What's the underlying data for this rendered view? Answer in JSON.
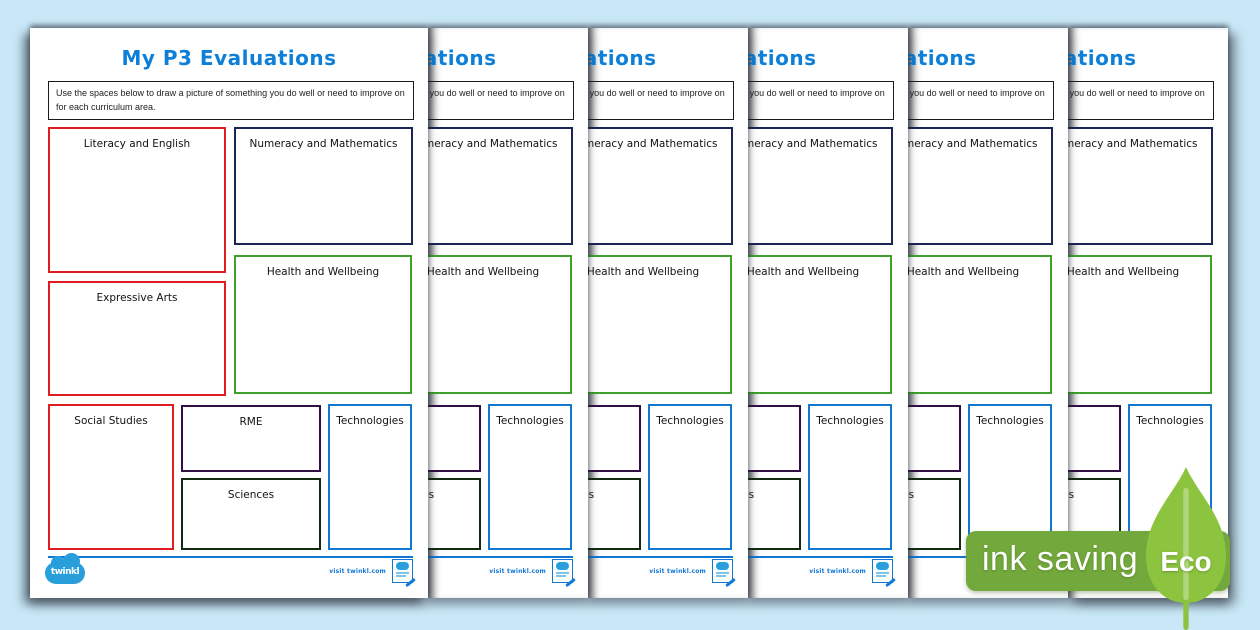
{
  "page": {
    "title": "My P3 Evaluations",
    "instructions": "Use the spaces below to draw a picture of something you do well or need to improve on for each curriculum area.",
    "boxes": {
      "literacy": {
        "label": "Literacy and English",
        "border_color": "#e01b22"
      },
      "numeracy": {
        "label": "Numeracy and Mathematics",
        "border_color": "#1b2553"
      },
      "expressive": {
        "label": "Expressive Arts",
        "border_color": "#e01b22"
      },
      "health": {
        "label": "Health and Wellbeing",
        "border_color": "#3fa02b"
      },
      "social": {
        "label": "Social Studies",
        "border_color": "#e01b22"
      },
      "rme": {
        "label": "RME",
        "border_color": "#321043"
      },
      "sciences": {
        "label": "Sciences",
        "border_color": "#122b10"
      },
      "technologies": {
        "label": "Technologies",
        "border_color": "#1276d3"
      }
    },
    "footer": {
      "brand": "twinkl",
      "visit_text": "visit twinkl.com"
    }
  },
  "stack": {
    "pages_total": 6,
    "pages_behind": 5
  },
  "eco_badge": {
    "label": "ink saving",
    "eco": "Eco",
    "banner_color": "#73a83c",
    "leaf_color": "#8cc43f"
  },
  "colors": {
    "background": "#c9e8f7",
    "title_blue": "#0d7fd8",
    "footer_line_blue": "#1276d3"
  }
}
